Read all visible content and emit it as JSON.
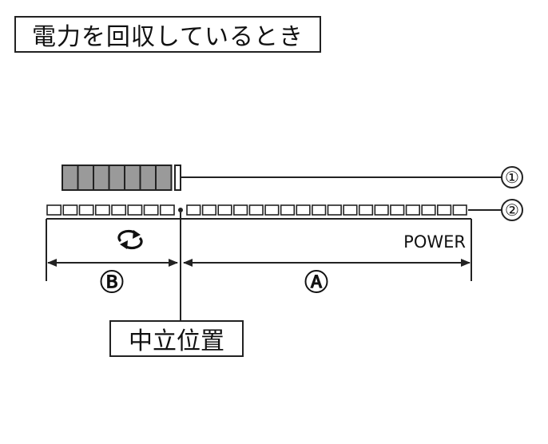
{
  "title": "電力を回収しているとき",
  "neutral_position_label": "中立位置",
  "callouts": [
    "①",
    "②"
  ],
  "zone_a_label": "Ⓐ",
  "zone_b_label": "Ⓑ",
  "power_label": "POWER",
  "icons": {
    "charge_icon": "recycle-arrows-icon"
  },
  "colors": {
    "filled_segment": "#9a9a9a",
    "line": "#222222"
  },
  "meter": {
    "filled_segments": 7,
    "charge_segments": 8,
    "power_segments": 18
  }
}
